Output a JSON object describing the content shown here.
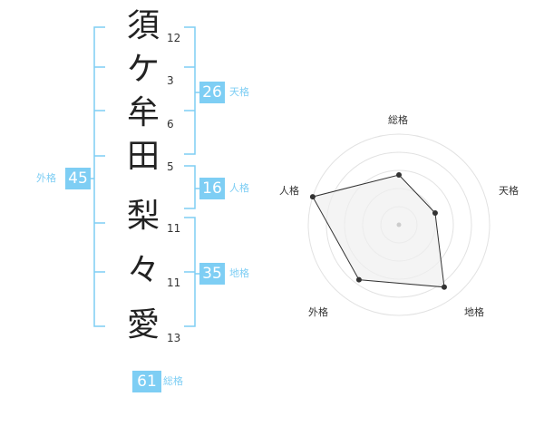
{
  "name": {
    "characters": [
      "須",
      "ケ",
      "牟",
      "田",
      "梨",
      "々",
      "愛"
    ],
    "strokes": [
      "12",
      "3",
      "6",
      "5",
      "11",
      "11",
      "13"
    ]
  },
  "fortunes": {
    "tenkaku": {
      "value": "26",
      "label": "天格"
    },
    "jinkaku": {
      "value": "16",
      "label": "人格"
    },
    "chikaku": {
      "value": "35",
      "label": "地格"
    },
    "gaikaku": {
      "value": "45",
      "label": "外格"
    },
    "soukaku": {
      "value": "61",
      "label": "総格"
    }
  },
  "radar": {
    "axes": [
      "総格",
      "天格",
      "地格",
      "外格",
      "人格"
    ],
    "values": [
      0.55,
      0.42,
      0.85,
      0.75,
      1.0
    ],
    "colors": {
      "fill": "#efefef",
      "stroke": "#333333",
      "ring": "#e2e2e2",
      "point": "#333333"
    }
  },
  "colors": {
    "accent": "#7ecef4"
  }
}
